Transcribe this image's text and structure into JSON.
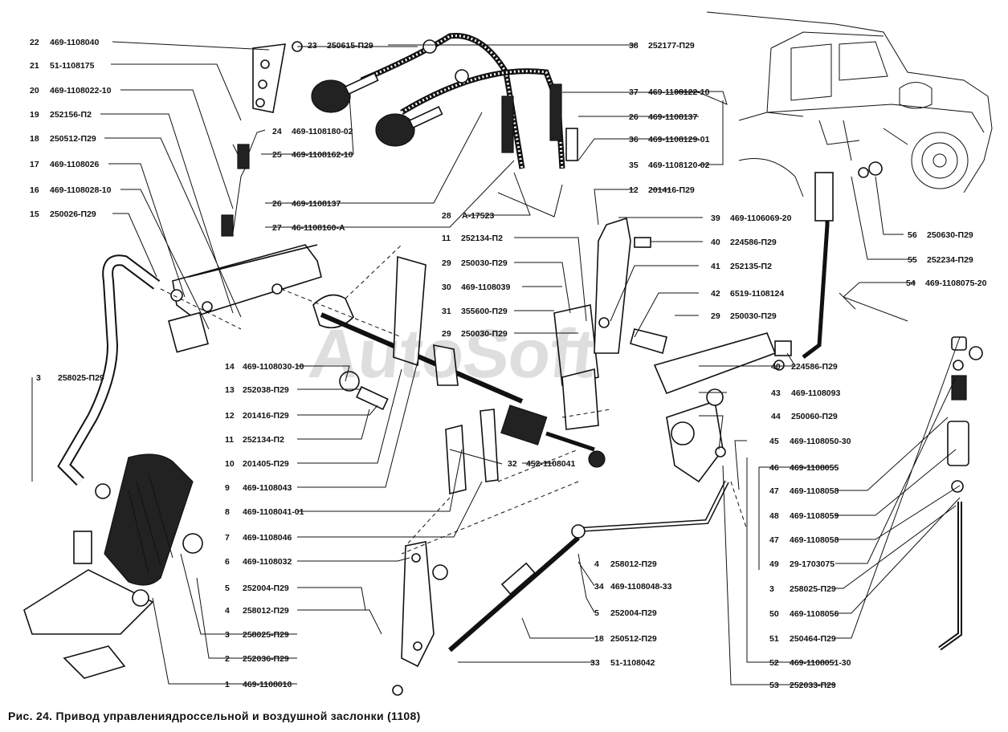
{
  "caption": "Рис. 24. Привод управлениядроссельной и воздушной заслонки (1108)",
  "watermark": "AutoSoft",
  "callouts_left": [
    {
      "num": "22",
      "code": "469-1108040"
    },
    {
      "num": "21",
      "code": "51-1108175"
    },
    {
      "num": "20",
      "code": "469-1108022-10"
    },
    {
      "num": "19",
      "code": "252156-П2"
    },
    {
      "num": "18",
      "code": "250512-П29"
    },
    {
      "num": "17",
      "code": "469-1108026"
    },
    {
      "num": "16",
      "code": "469-1108028-10"
    },
    {
      "num": "15",
      "code": "250026-П29"
    },
    {
      "num": "3",
      "code": "258025-П29"
    }
  ],
  "callouts_top": [
    {
      "num": "23",
      "code": "250615-П29"
    },
    {
      "num": "24",
      "code": "469-1108180-02"
    },
    {
      "num": "25",
      "code": "469-1108162-10"
    },
    {
      "num": "26",
      "code": "469-1108137"
    },
    {
      "num": "27",
      "code": "46-1108160-А"
    },
    {
      "num": "28",
      "code": "А-17523"
    }
  ],
  "callouts_top_right": [
    {
      "num": "38",
      "code": "252177-П29"
    },
    {
      "num": "37",
      "code": "469-1108122-10"
    },
    {
      "num": "26",
      "code": "469-1108137"
    },
    {
      "num": "36",
      "code": "469-1108129-01"
    },
    {
      "num": "35",
      "code": "469-1108120-02"
    },
    {
      "num": "12",
      "code": "201416-П29"
    }
  ],
  "callouts_center": [
    {
      "num": "11",
      "code": "252134-П2"
    },
    {
      "num": "29",
      "code": "250030-П29"
    },
    {
      "num": "30",
      "code": "469-1108039"
    },
    {
      "num": "31",
      "code": "355600-П29"
    },
    {
      "num": "29",
      "code": "250030-П29"
    }
  ],
  "callouts_center_right": [
    {
      "num": "39",
      "code": "469-1106069-20"
    },
    {
      "num": "40",
      "code": "224586-П29"
    },
    {
      "num": "41",
      "code": "252135-П2"
    },
    {
      "num": "42",
      "code": "6519-1108124"
    },
    {
      "num": "29",
      "code": "250030-П29"
    },
    {
      "num": "40",
      "code": "224586-П29"
    },
    {
      "num": "43",
      "code": "469-1108093"
    },
    {
      "num": "44",
      "code": "250060-П29"
    }
  ],
  "callouts_far_right": [
    {
      "num": "56",
      "code": "250630-П29"
    },
    {
      "num": "55",
      "code": "252234-П29"
    },
    {
      "num": "54",
      "code": "469-1108075-20"
    }
  ],
  "callouts_right": [
    {
      "num": "45",
      "code": "469-1108050-30"
    },
    {
      "num": "46",
      "code": "469-1108055"
    },
    {
      "num": "47",
      "code": "469-1108058"
    },
    {
      "num": "48",
      "code": "469-1108059"
    },
    {
      "num": "47",
      "code": "469-1108058"
    },
    {
      "num": "49",
      "code": "29-1703075"
    },
    {
      "num": "3",
      "code": "258025-П29"
    },
    {
      "num": "50",
      "code": "469-1108056"
    },
    {
      "num": "51",
      "code": "250464-П29"
    },
    {
      "num": "52",
      "code": "469-1108051-30"
    },
    {
      "num": "53",
      "code": "252033-П29"
    }
  ],
  "callouts_mid_left": [
    {
      "num": "14",
      "code": "469-1108030-10"
    },
    {
      "num": "13",
      "code": "252038-П29"
    },
    {
      "num": "12",
      "code": "201416-П29"
    },
    {
      "num": "11",
      "code": "252134-П2"
    },
    {
      "num": "10",
      "code": "201405-П29"
    },
    {
      "num": "9",
      "code": "469-1108043"
    },
    {
      "num": "8",
      "code": "469-1108041-01"
    },
    {
      "num": "7",
      "code": "469-1108046"
    },
    {
      "num": "6",
      "code": "469-1108032"
    },
    {
      "num": "5",
      "code": "252004-П29"
    },
    {
      "num": "4",
      "code": "258012-П29"
    },
    {
      "num": "3",
      "code": "258025-П29"
    },
    {
      "num": "2",
      "code": "252036-П29"
    },
    {
      "num": "1",
      "code": "469-1108010"
    }
  ],
  "callouts_bottom_mid": [
    {
      "num": "32",
      "code": "452-1108041"
    },
    {
      "num": "4",
      "code": "258012-П29"
    },
    {
      "num": "34",
      "code": "469-1108048-33"
    },
    {
      "num": "5",
      "code": "252004-П29"
    },
    {
      "num": "18",
      "code": "250512-П29"
    },
    {
      "num": "33",
      "code": "51-1108042"
    }
  ]
}
